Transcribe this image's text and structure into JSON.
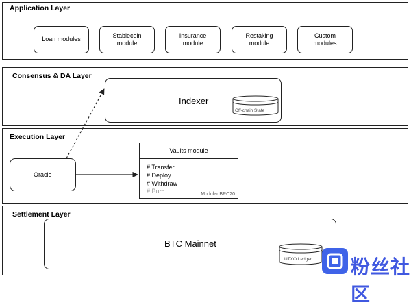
{
  "layers": {
    "application": {
      "title": "Application Layer",
      "modules": [
        "Loan modules",
        "Stablecoin\nmodule",
        "Insurance\nmodule",
        "Restaking\nmodule",
        "Custom\nmodules"
      ]
    },
    "consensus": {
      "title": "Consensus & DA Layer",
      "indexer": "Indexer",
      "db_label": "Off-chain State"
    },
    "execution": {
      "title": "Execution Layer",
      "oracle": "Oracle",
      "vaults": {
        "title": "Vaults module",
        "items": [
          "# Transfer",
          "# Deploy",
          "# Withdraw",
          "# Burn"
        ],
        "footer": "Modular BRC20"
      }
    },
    "settlement": {
      "title": "Settlement Layer",
      "mainnet": "BTC Mainnet",
      "db_label": "UTXO Ledger"
    }
  },
  "watermark": {
    "text": "粉丝社区"
  },
  "colors": {
    "line": "#222222",
    "watermark": "#3f63e8",
    "dim_text": "#999999"
  }
}
